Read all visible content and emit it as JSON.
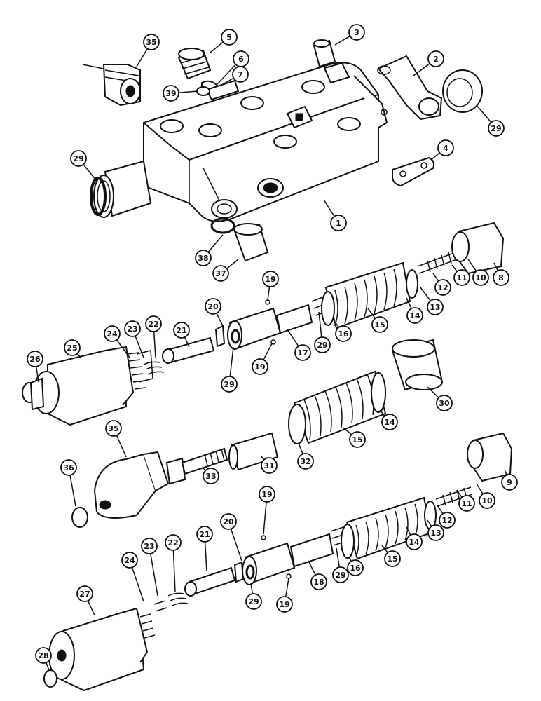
{
  "diagram": {
    "callouts": [
      {
        "id": "c35a",
        "label": "35"
      },
      {
        "id": "c5",
        "label": "5"
      },
      {
        "id": "c6",
        "label": "6"
      },
      {
        "id": "c7",
        "label": "7"
      },
      {
        "id": "c39",
        "label": "39"
      },
      {
        "id": "c3",
        "label": "3"
      },
      {
        "id": "c2",
        "label": "2"
      },
      {
        "id": "c29a",
        "label": "29"
      },
      {
        "id": "c29b",
        "label": "29"
      },
      {
        "id": "c4",
        "label": "4"
      },
      {
        "id": "c1",
        "label": "1"
      },
      {
        "id": "c38",
        "label": "38"
      },
      {
        "id": "c37",
        "label": "37"
      },
      {
        "id": "c8",
        "label": "8"
      },
      {
        "id": "c10a",
        "label": "10"
      },
      {
        "id": "c11a",
        "label": "11"
      },
      {
        "id": "c12a",
        "label": "12"
      },
      {
        "id": "c13a",
        "label": "13"
      },
      {
        "id": "c14a",
        "label": "14"
      },
      {
        "id": "c15a",
        "label": "15"
      },
      {
        "id": "c16a",
        "label": "16"
      },
      {
        "id": "c29c",
        "label": "29"
      },
      {
        "id": "c17",
        "label": "17"
      },
      {
        "id": "c19a",
        "label": "19"
      },
      {
        "id": "c19b",
        "label": "19"
      },
      {
        "id": "c29d",
        "label": "29"
      },
      {
        "id": "c20a",
        "label": "20"
      },
      {
        "id": "c21a",
        "label": "21"
      },
      {
        "id": "c22a",
        "label": "22"
      },
      {
        "id": "c23a",
        "label": "23"
      },
      {
        "id": "c24a",
        "label": "24"
      },
      {
        "id": "c25",
        "label": "25"
      },
      {
        "id": "c26",
        "label": "26"
      },
      {
        "id": "c30",
        "label": "30"
      },
      {
        "id": "c14b",
        "label": "14"
      },
      {
        "id": "c15b",
        "label": "15"
      },
      {
        "id": "c32",
        "label": "32"
      },
      {
        "id": "c31",
        "label": "31"
      },
      {
        "id": "c33",
        "label": "33"
      },
      {
        "id": "c35b",
        "label": "35"
      },
      {
        "id": "c36",
        "label": "36"
      },
      {
        "id": "c9",
        "label": "9"
      },
      {
        "id": "c10b",
        "label": "10"
      },
      {
        "id": "c11b",
        "label": "11"
      },
      {
        "id": "c12b",
        "label": "12"
      },
      {
        "id": "c13b",
        "label": "13"
      },
      {
        "id": "c14c",
        "label": "14"
      },
      {
        "id": "c15c",
        "label": "15"
      },
      {
        "id": "c16b",
        "label": "16"
      },
      {
        "id": "c29e",
        "label": "29"
      },
      {
        "id": "c18",
        "label": "18"
      },
      {
        "id": "c19c",
        "label": "19"
      },
      {
        "id": "c19d",
        "label": "19"
      },
      {
        "id": "c29f",
        "label": "29"
      },
      {
        "id": "c20b",
        "label": "20"
      },
      {
        "id": "c21b",
        "label": "21"
      },
      {
        "id": "c22b",
        "label": "22"
      },
      {
        "id": "c23b",
        "label": "23"
      },
      {
        "id": "c24b",
        "label": "24"
      },
      {
        "id": "c27",
        "label": "27"
      },
      {
        "id": "c28",
        "label": "28"
      }
    ]
  }
}
